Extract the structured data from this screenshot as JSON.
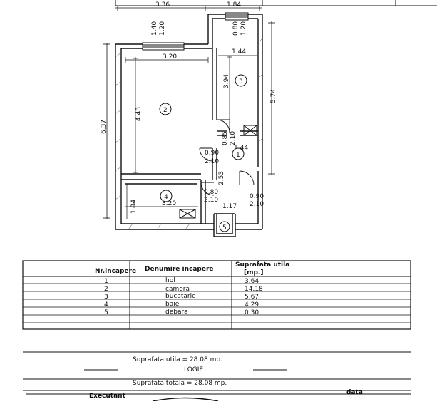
{
  "plan": {
    "dims": {
      "top_left": "3.36",
      "top_right": "1.84",
      "left_height": "6.37",
      "right_height": "5.74",
      "window_top": "1.40",
      "window_bottom": "1.20",
      "room3_win_top": "0.80",
      "room3_win_bottom": "1.20",
      "room2_width": "3.20",
      "room2_height": "4.43",
      "room3_width": "1.44",
      "room3_height": "3.94",
      "door2_w": "0.90",
      "door2_h": "2.10",
      "door_hall_w": "0.85",
      "door_hall_h": "2.10",
      "hall_width": "1.44",
      "hall_height": "2.53",
      "door4_w": "0.80",
      "door4_h": "2.10",
      "door5_w": "0.90",
      "door5_h": "2.10",
      "room4_height": "1.34",
      "room4_width": "3.20",
      "room5_width": "1.17"
    },
    "room_numbers": [
      "1",
      "2",
      "3",
      "4",
      "5"
    ]
  },
  "table": {
    "headers": {
      "nr": "Nr.incapere",
      "name": "Denumire incapere",
      "area_line1": "Suprafata utila",
      "area_line2": "[mp.]"
    },
    "rows": [
      {
        "nr": "1",
        "name": "hol",
        "area": "3.64"
      },
      {
        "nr": "2",
        "name": "camera",
        "area": "14.18"
      },
      {
        "nr": "3",
        "name": "bucatarie",
        "area": "5.67"
      },
      {
        "nr": "4",
        "name": "baie",
        "area": "4.29"
      },
      {
        "nr": "5",
        "name": "debara",
        "area": "0.30"
      }
    ],
    "useful_area": "Suprafata utila  =  28.08  mp.",
    "loggia": "LOGIE",
    "total_area": "Suprafata totala  =  28.08  mp.",
    "executant": "Executant",
    "date": "data"
  }
}
